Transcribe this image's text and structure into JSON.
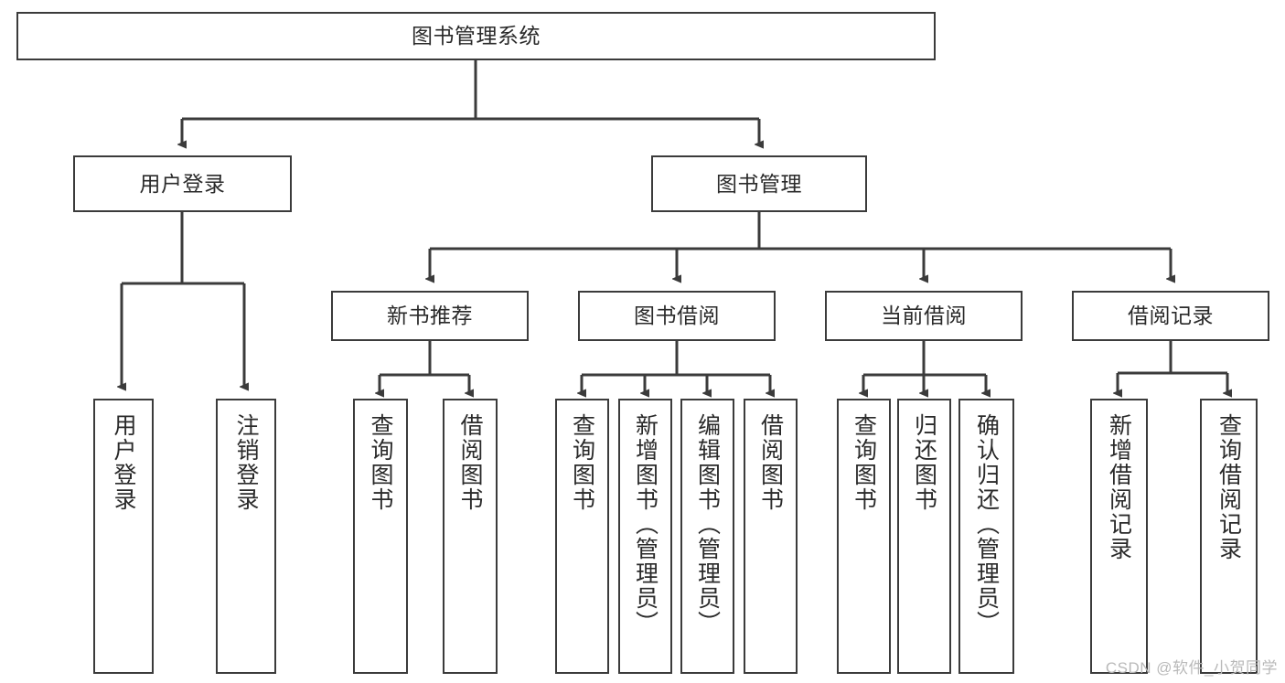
{
  "diagram": {
    "title": "图书管理系统",
    "type": "hierarchy-tree",
    "watermark": "CSDN @软件_小贺同学",
    "colors": {
      "background": "#ffffff",
      "box_border": "#3b3b3b",
      "connector": "#3b3b3b",
      "text": "#2a2a2a",
      "watermark": "#b9b9b9"
    },
    "levels": {
      "root": {
        "id": "root",
        "label": "图书管理系统"
      },
      "level2": [
        {
          "id": "user-login",
          "label": "用户登录"
        },
        {
          "id": "book-management",
          "label": "图书管理"
        }
      ],
      "level3": [
        {
          "id": "new-book-recommend",
          "label": "新书推荐",
          "parent": "book-management"
        },
        {
          "id": "book-borrow",
          "label": "图书借阅",
          "parent": "book-management"
        },
        {
          "id": "current-borrow",
          "label": "当前借阅",
          "parent": "book-management"
        },
        {
          "id": "borrow-record",
          "label": "借阅记录",
          "parent": "book-management"
        }
      ],
      "leaves": [
        {
          "id": "leaf-user-login",
          "label": "用户登录",
          "parent": "user-login"
        },
        {
          "id": "leaf-logout-login",
          "label": "注销登录",
          "parent": "user-login"
        },
        {
          "id": "leaf-query-book-1",
          "label": "查询图书",
          "parent": "new-book-recommend"
        },
        {
          "id": "leaf-borrow-book-1",
          "label": "借阅图书",
          "parent": "new-book-recommend"
        },
        {
          "id": "leaf-query-book-2",
          "label": "查询图书",
          "parent": "book-borrow"
        },
        {
          "id": "leaf-add-book",
          "label": "新增图书（管理员）",
          "parent": "book-borrow"
        },
        {
          "id": "leaf-edit-book",
          "label": "编辑图书（管理员）",
          "parent": "book-borrow"
        },
        {
          "id": "leaf-borrow-book-2",
          "label": "借阅图书",
          "parent": "book-borrow"
        },
        {
          "id": "leaf-query-book-3",
          "label": "查询图书",
          "parent": "current-borrow"
        },
        {
          "id": "leaf-return-book",
          "label": "归还图书",
          "parent": "current-borrow"
        },
        {
          "id": "leaf-confirm-return",
          "label": "确认归还（管理员）",
          "parent": "current-borrow"
        },
        {
          "id": "leaf-add-record",
          "label": "新增借阅记录",
          "parent": "borrow-record"
        },
        {
          "id": "leaf-query-record",
          "label": "查询借阅记录",
          "parent": "borrow-record"
        }
      ]
    }
  }
}
